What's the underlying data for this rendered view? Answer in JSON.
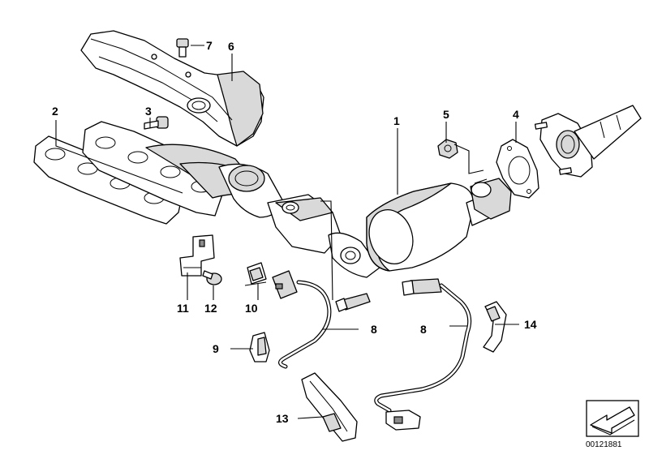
{
  "callouts": {
    "c1": "1",
    "c2": "2",
    "c3": "3",
    "c4": "4",
    "c5": "5",
    "c6": "6",
    "c7": "7",
    "c8a": "8",
    "c8b": "8",
    "c9": "9",
    "c10": "10",
    "c11": "11",
    "c12": "12",
    "c13": "13",
    "c14": "14"
  },
  "document_number": "00121881",
  "icons": {
    "direction": "arrow-icon"
  }
}
